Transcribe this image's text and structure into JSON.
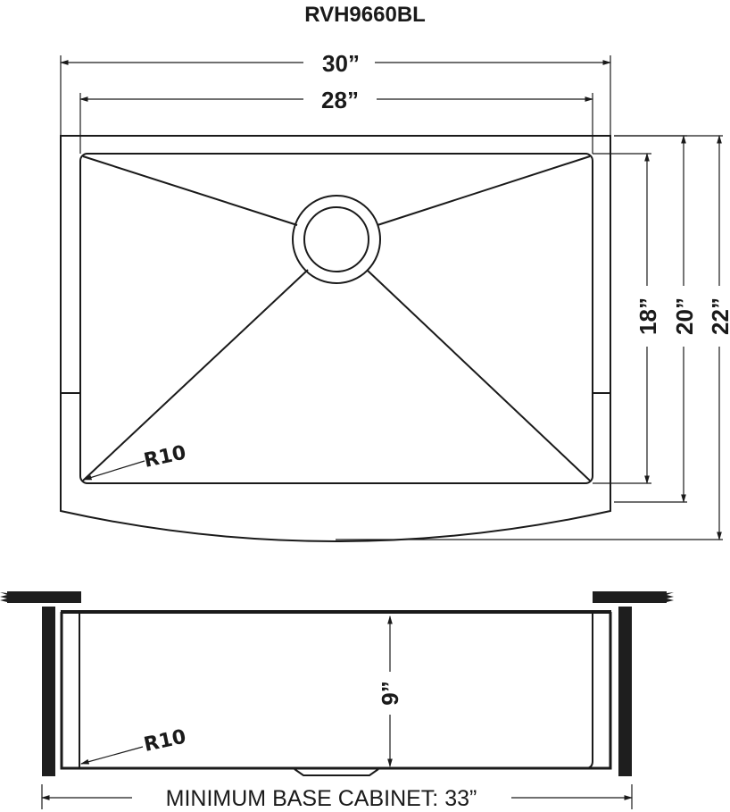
{
  "title": "RVH9660BL",
  "top_view": {
    "overall_width": "30”",
    "bowl_width": "28”",
    "bowl_depth": "18”",
    "depth_to_apron_edge": "20”",
    "overall_depth": "22”",
    "corner_radius": "R10",
    "drain": "drain-circle"
  },
  "side_view": {
    "bowl_height": "9”",
    "corner_radius": "R10",
    "min_cabinet_label": "MINIMUM BASE CABINET: 33”"
  },
  "colors": {
    "line": "#1a1a1a",
    "background": "#ffffff"
  }
}
